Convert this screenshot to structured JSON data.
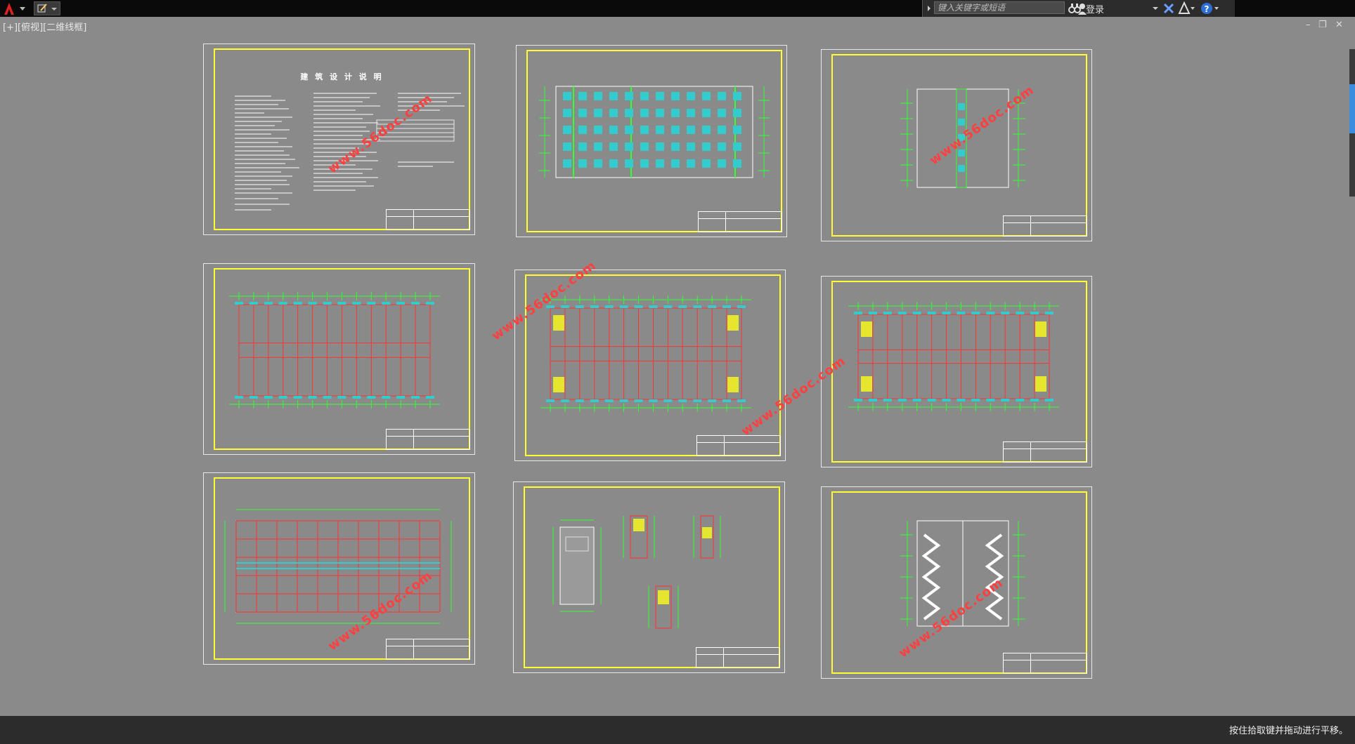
{
  "toolbar": {
    "search_placeholder": "键入关键字或短语",
    "login_label": "登录"
  },
  "viewport": {
    "label": "[+][俯视][二维线框]"
  },
  "status": {
    "message": "按住拾取键并拖动进行平移。"
  },
  "sheets": {
    "s1": {
      "heading": "建 筑 设 计 说 明"
    }
  },
  "watermark": "www.56doc.com",
  "colors": {
    "background": "#8a8a8a",
    "frame": "#ffff33",
    "grid": "#33ff33",
    "walls": "#ff3333",
    "windows": "#33cccc",
    "watermark": "#ff4040"
  }
}
